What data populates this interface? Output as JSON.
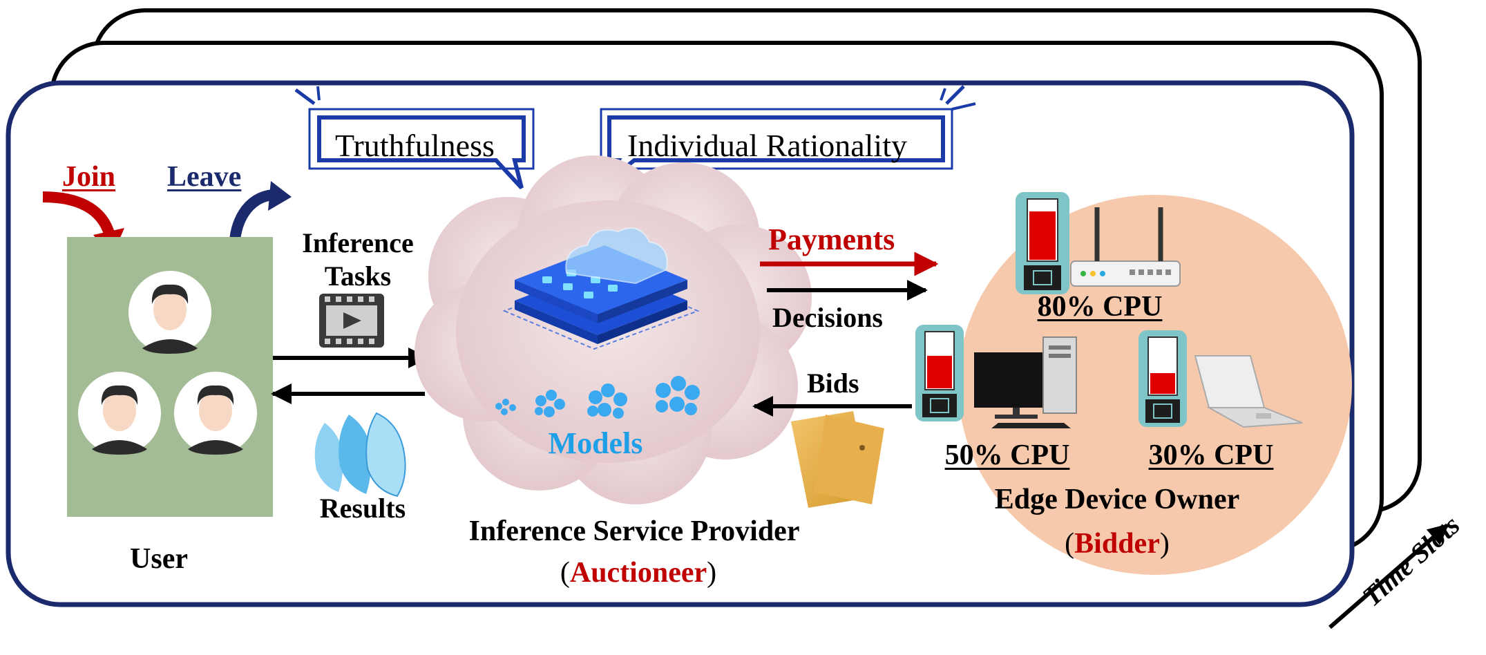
{
  "bubbles": {
    "truthfulness": "Truthfulness",
    "individual_rationality": "Individual Rationality"
  },
  "user": {
    "join": "Join",
    "leave": "Leave",
    "label": "User"
  },
  "flows": {
    "inference_tasks_line1": "Inference",
    "inference_tasks_line2": "Tasks",
    "results": "Results",
    "payments": "Payments",
    "decisions": "Decisions",
    "bids": "Bids"
  },
  "provider": {
    "models": "Models",
    "label": "Inference Service Provider",
    "role_open": "(",
    "role": "Auctioneer",
    "role_close": ")"
  },
  "edge": {
    "devices": [
      {
        "cpu_label": "80% CPU",
        "cpu_fraction": 0.8
      },
      {
        "cpu_label": "50% CPU",
        "cpu_fraction": 0.5
      },
      {
        "cpu_label": "30% CPU",
        "cpu_fraction": 0.3
      }
    ],
    "label": "Edge Device Owner",
    "role_open": "(",
    "role": "Bidder",
    "role_close": ")"
  },
  "time_slots": "Time Slots",
  "colors": {
    "navy": "#1a2a6c",
    "red": "#c00000",
    "blue_text": "#1ea0e8",
    "user_panel": "#a3bc95",
    "cloud": "#e9d3d6",
    "edge_circle": "#f6c9ac",
    "chip_bg": "#7fc4c7"
  }
}
